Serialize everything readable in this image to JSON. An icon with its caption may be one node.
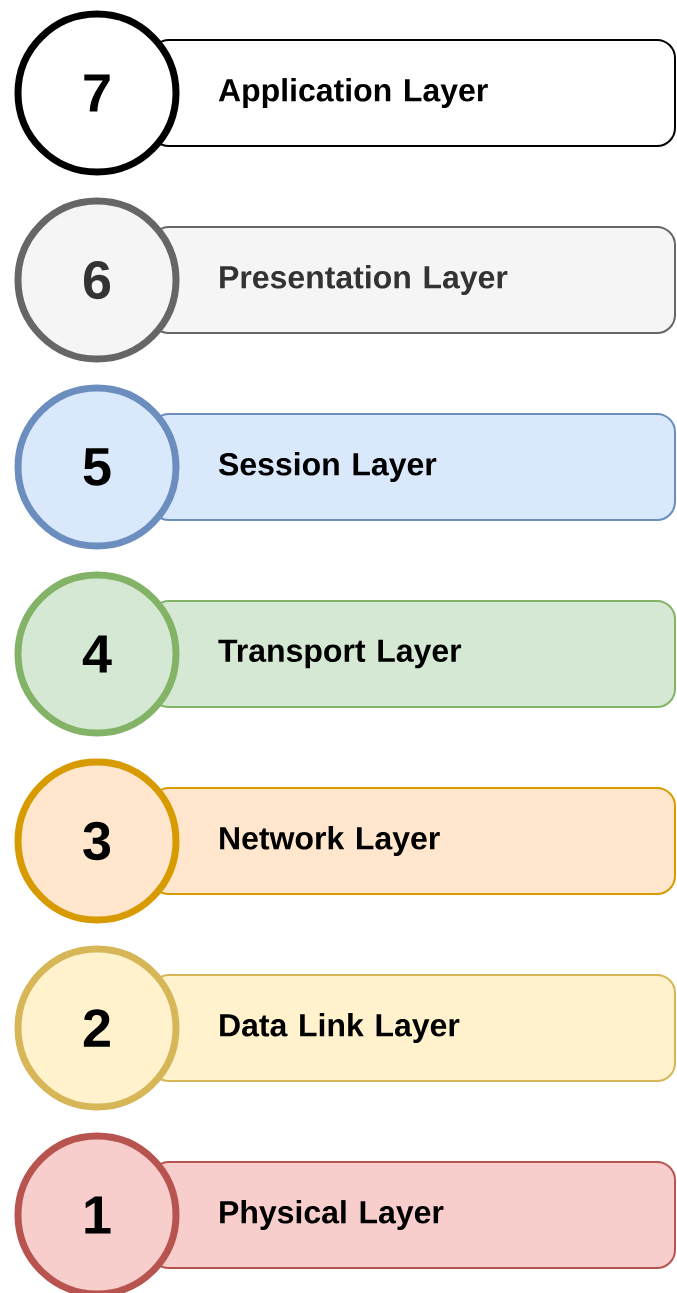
{
  "diagram": {
    "nodes": [
      {
        "text": [
          "7"
        ]
      },
      {
        "text": [
          "Application Layer"
        ]
      },
      {
        "text": [
          "6"
        ]
      },
      {
        "text": [
          "Presentation Layer"
        ]
      },
      {
        "text": [
          "5"
        ]
      },
      {
        "text": [
          "Session Layer"
        ]
      },
      {
        "text": [
          "4"
        ]
      },
      {
        "text": [
          "Transport Layer"
        ]
      },
      {
        "text": [
          "3"
        ]
      },
      {
        "text": [
          "Network Layer"
        ]
      },
      {
        "text": [
          "2"
        ]
      },
      {
        "text": [
          "Data Link Layer"
        ]
      },
      {
        "text": [
          "1"
        ]
      },
      {
        "text": [
          "Physical Layer"
        ]
      }
    ]
  }
}
